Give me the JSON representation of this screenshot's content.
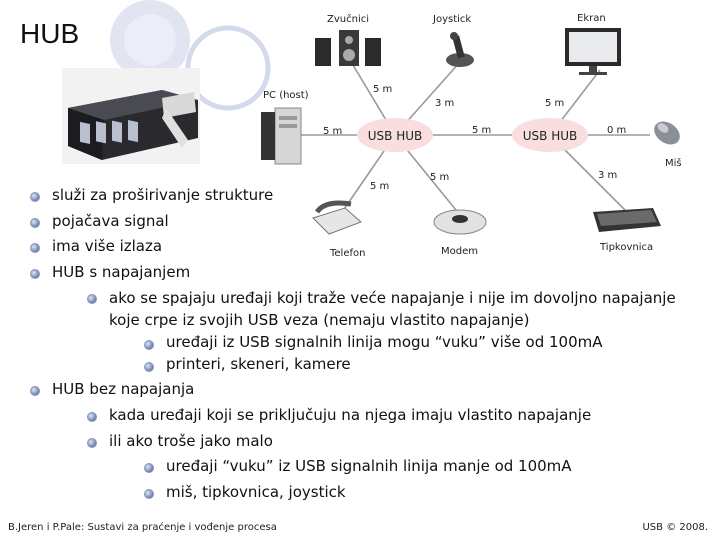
{
  "slide": {
    "title": "HUB",
    "bullets": [
      {
        "text": "služi za proširivanje strukture"
      },
      {
        "text": "pojačava signal"
      },
      {
        "text": "ima više izlaza"
      },
      {
        "text": "HUB s  napajanjem",
        "children": [
          {
            "text": "ako se spajaju uređaji koji traže veće napajanje i nije im dovoljno napajanje koje crpe iz svojih USB veza (nemaju vlastito napajanje)",
            "children": [
              {
                "text": "uređaji iz USB signalnih linija mogu “vuku” više od 100mA"
              },
              {
                "text": "printeri, skeneri, kamere"
              }
            ]
          }
        ]
      },
      {
        "text": "HUB bez napajanja",
        "children": [
          {
            "text": "kada uređaji koji se priključuju na njega imaju vlastito napajanje"
          },
          {
            "text": "ili ako troše jako malo",
            "children": [
              {
                "text": "uređaji “vuku” iz USB signalnih linija manje od 100mA"
              },
              {
                "text": "miš, tipkovnica, joystick"
              }
            ]
          }
        ]
      }
    ]
  },
  "diagram": {
    "hub1": "USB HUB",
    "hub2": "USB HUB",
    "devices": {
      "speakers": "Zvučnici",
      "joystick": "Joystick",
      "screen": "Ekran",
      "pc": "PC (host)",
      "mouse": "Miš",
      "phone": "Telefon",
      "modem": "Modem",
      "keyboard": "Tipkovnica"
    },
    "distances": {
      "speakers_hub1": "5 m",
      "joystick_hub1": "3 m",
      "screen_hub2": "5 m",
      "pc_hub1": "5 m",
      "hub1_hub2": "5 m",
      "mouse_hub2": "0 m",
      "phone_hub1": "5 m",
      "modem_hub1": "5 m",
      "keyboard_hub2": "3 m"
    }
  },
  "footer": {
    "left": "B.Jeren i P.Pale: Sustavi za praćenje i vođenje procesa",
    "right": "USB © 2008."
  }
}
